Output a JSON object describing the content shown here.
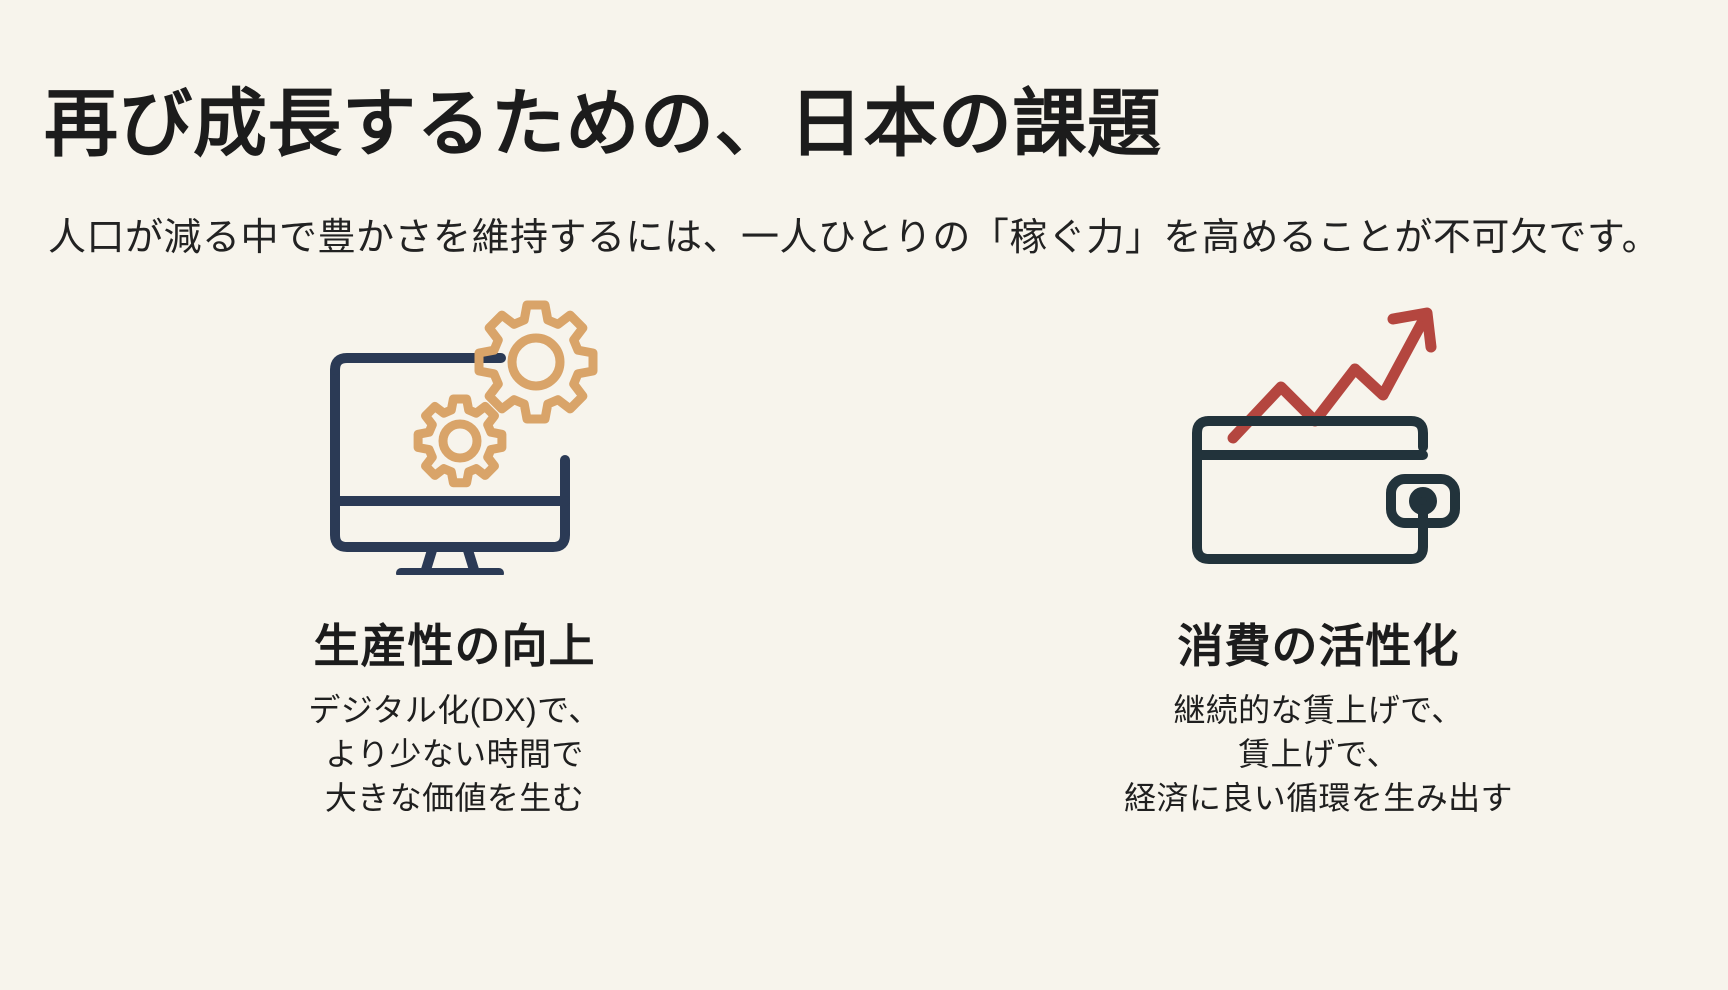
{
  "slide": {
    "background_color": "#F7F4EC",
    "title": "再び成長するための、日本の課題",
    "subtitle": "人口が減る中で豊かさを維持するには、一人ひとりの「稼ぐ力」を高めることが不可欠です。"
  },
  "palette": {
    "navy": "#2B3A55",
    "tan": "#D9A469",
    "brick_red": "#B4463F",
    "text": "#1C1C1C",
    "background": "#F7F4EC"
  },
  "columns": [
    {
      "icon_name": "monitor-gears-icon",
      "icon_parts": [
        "monitor",
        "gear-large",
        "gear-small"
      ],
      "heading": "生産性の向上",
      "body_lines": [
        "デジタル化(DX)で、",
        "より少ない時間で",
        "大きな価値を生む"
      ]
    },
    {
      "icon_name": "wallet-growth-arrow-icon",
      "icon_parts": [
        "wallet",
        "clasp",
        "upward-zigzag-arrow"
      ],
      "heading": "消費の活性化",
      "body_lines": [
        "継続的な賃上げで、",
        "賃上げで、",
        "経済に良い循環を生み出す"
      ]
    }
  ]
}
